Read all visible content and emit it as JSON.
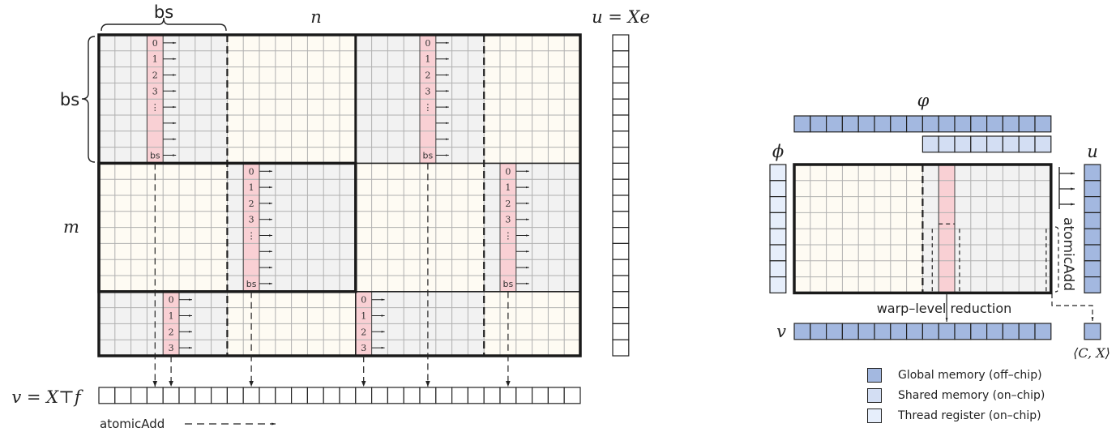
{
  "left_diagram": {
    "label_bs_top": "bs",
    "label_bs_left": "bs",
    "label_n": "n",
    "label_m": "m",
    "label_u": "u = Xe",
    "label_v": "v = X⊤f",
    "atomic_add_label": "atomicAdd",
    "grid": {
      "cols": 30,
      "rows": 20,
      "block_size": 8
    },
    "thread_labels_full": [
      "0",
      "1",
      "2",
      "3",
      "⋮",
      "",
      "",
      "bs"
    ],
    "thread_labels_partial": [
      "0",
      "1",
      "2",
      "3"
    ]
  },
  "right_diagram": {
    "label_varphi": "φ",
    "label_phi": "ϕ",
    "label_u": "u",
    "label_v": "v",
    "label_cx": "⟨C, X⟩",
    "atomic_add_label": "atomicAdd",
    "warp_reduction_label": "warp–level reduction",
    "grid": {
      "cols": 16,
      "rows": 8
    }
  },
  "legend": [
    {
      "label": "Global memory (off–chip)",
      "color": "#a3b8e0"
    },
    {
      "label": "Shared memory (on–chip)",
      "color": "#d3def3"
    },
    {
      "label": "Thread register (on–chip)",
      "color": "#e6eefb"
    }
  ],
  "colors": {
    "gray_block": "#f2f2f2",
    "cream_block": "#fefbf3",
    "thread_pink": "#f9d0d4",
    "grid_line": "#b0b0b0",
    "global_mem": "#a3b8e0",
    "shared_mem": "#d3def3",
    "register": "#e6eefb"
  }
}
